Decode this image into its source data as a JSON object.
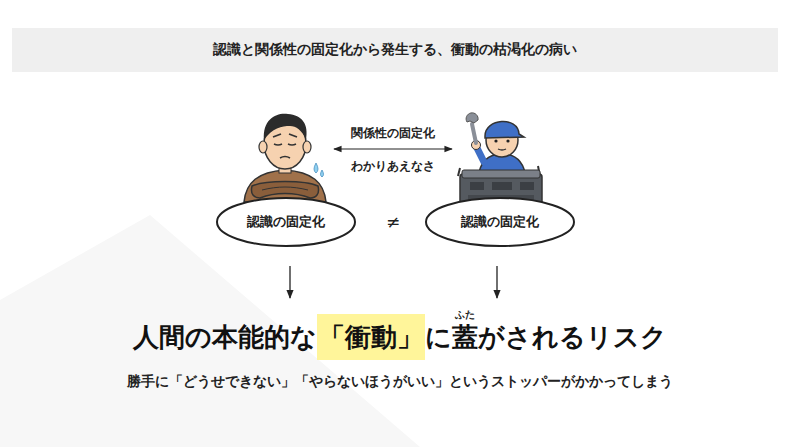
{
  "diagram": {
    "title": "認識と関係性の固定化から発生する、衝動の枯渇化の病い",
    "nodes": [
      {
        "text": [
          "認識の固定化"
        ]
      },
      {
        "text": [
          "認識の固定化"
        ]
      }
    ],
    "labels": [
      "関係性の固定化",
      "わかりあえなさ",
      "≠",
      "人間の本能的な",
      "「衝動」",
      "に蓋がされるリスク",
      "ふた",
      "勝手に「どうせできない」「やらないほうがいい」というストッパーがかかってしまう"
    ]
  }
}
